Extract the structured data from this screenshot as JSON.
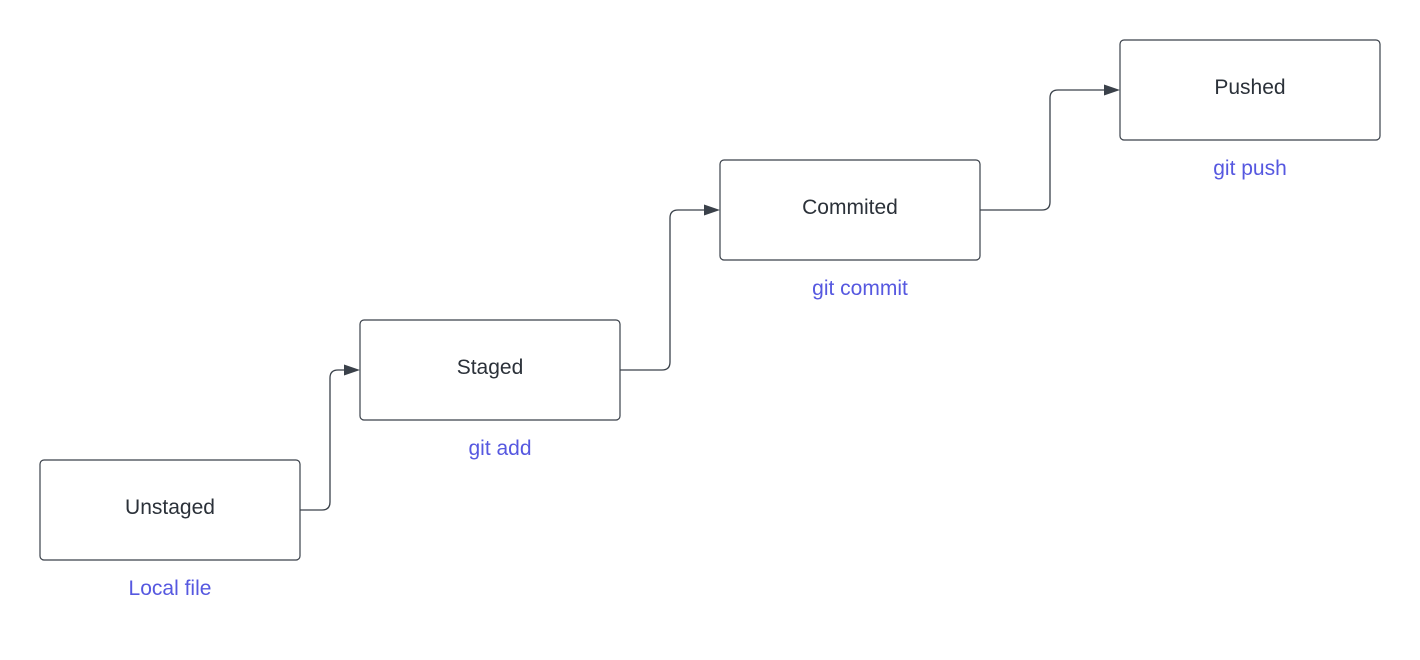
{
  "colors": {
    "box_stroke": "#3a414a",
    "box_text": "#2b3139",
    "caption_text": "#5658e0"
  },
  "nodes": [
    {
      "id": "unstaged",
      "label": "Unstaged",
      "caption": "Local file"
    },
    {
      "id": "staged",
      "label": "Staged",
      "caption": "git add"
    },
    {
      "id": "commited",
      "label": "Commited",
      "caption": "git commit"
    },
    {
      "id": "pushed",
      "label": "Pushed",
      "caption": "git push"
    }
  ],
  "edges": [
    {
      "from": "unstaged",
      "to": "staged"
    },
    {
      "from": "staged",
      "to": "commited"
    },
    {
      "from": "commited",
      "to": "pushed"
    }
  ]
}
